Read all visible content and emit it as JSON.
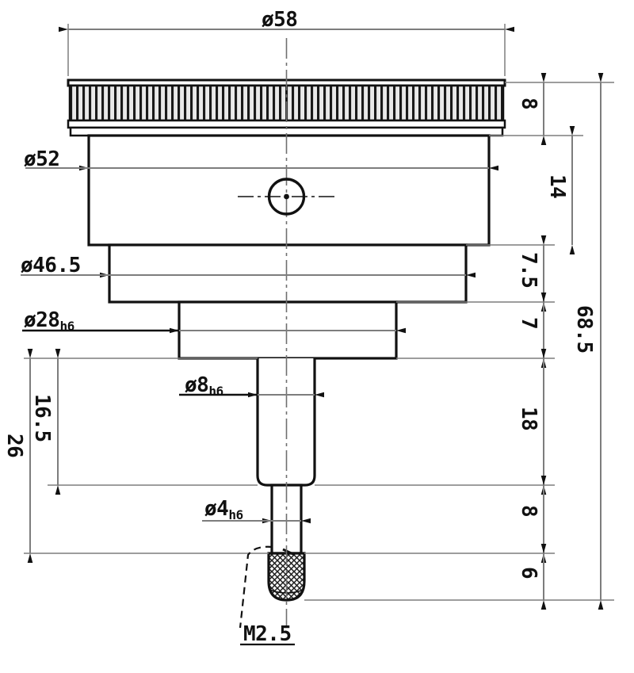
{
  "drawing": {
    "title": "Dial indicator outline dimension drawing",
    "units": "mm",
    "line_color": "#111111",
    "thin_color": "#7d7d7d",
    "center_color": "#6f6f6f",
    "hatch_color": "#2a2a2a"
  },
  "dimensions": {
    "d58": {
      "value": "ø58",
      "kind": "diameter",
      "orientation": "horizontal",
      "note": "overall knurled bezel diameter"
    },
    "d52": {
      "value": "ø52",
      "kind": "diameter",
      "orientation": "horizontal",
      "note": "main body diameter"
    },
    "d465": {
      "value": "ø46.5",
      "kind": "diameter",
      "orientation": "horizontal",
      "note": "back shoulder diameter"
    },
    "d28": {
      "value": "ø28",
      "tol": "h6",
      "kind": "diameter",
      "orientation": "horizontal",
      "note": "mounting collar diameter"
    },
    "d8": {
      "value": "ø8",
      "tol": "h6",
      "kind": "diameter",
      "orientation": "horizontal",
      "note": "stem diameter"
    },
    "d4": {
      "value": "ø4",
      "tol": "h6",
      "kind": "diameter",
      "orientation": "horizontal",
      "note": "plunger diameter"
    },
    "h8a": {
      "value": "8",
      "kind": "linear",
      "orientation": "vertical",
      "note": "knurled bezel height"
    },
    "h14": {
      "value": "14",
      "kind": "linear",
      "orientation": "vertical",
      "note": "main body height"
    },
    "h75": {
      "value": "7.5",
      "kind": "linear",
      "orientation": "vertical",
      "note": "shoulder height"
    },
    "h7": {
      "value": "7",
      "kind": "linear",
      "orientation": "vertical",
      "note": "collar height"
    },
    "h18": {
      "value": "18",
      "kind": "linear",
      "orientation": "vertical",
      "note": "stem length"
    },
    "h8b": {
      "value": "8",
      "kind": "linear",
      "orientation": "vertical",
      "note": "plunger exposed length"
    },
    "h6": {
      "value": "6",
      "kind": "linear",
      "orientation": "vertical",
      "note": "contact tip length"
    },
    "h685": {
      "value": "68.5",
      "kind": "linear",
      "orientation": "vertical",
      "note": "overall height"
    },
    "h165": {
      "value": "16.5",
      "kind": "linear",
      "orientation": "vertical",
      "note": "stem measuring length"
    },
    "h26": {
      "value": "26",
      "kind": "linear",
      "orientation": "vertical",
      "note": "stem plus plunger length"
    },
    "thread": {
      "value": "M2.5",
      "kind": "thread",
      "orientation": "leader",
      "note": "contact point thread"
    }
  }
}
